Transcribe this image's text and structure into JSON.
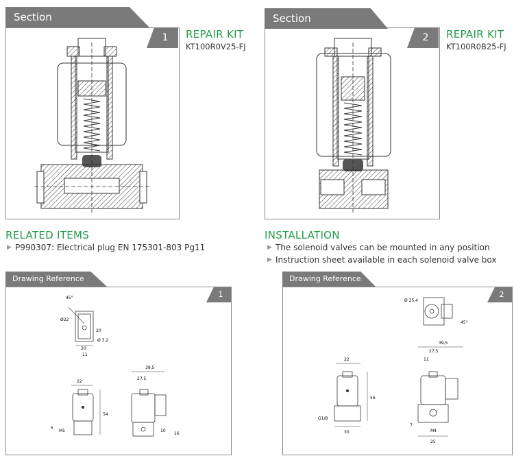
{
  "section1": {
    "tab": "Section",
    "number": "1",
    "kit_title": "REPAIR KIT",
    "kit_code": "KT100R0V25-FJ"
  },
  "section2": {
    "tab": "Section",
    "number": "2",
    "kit_title": "REPAIR KIT",
    "kit_code": "KT100R0B25-FJ"
  },
  "related": {
    "heading": "RELATED ITEMS",
    "items": [
      "P990307: Electrical plug EN 175301-803 Pg11"
    ]
  },
  "installation": {
    "heading": "INSTALLATION",
    "items": [
      "The solenoid valves can be mounted in any position",
      "Instruction sheet available in each solenoid valve box"
    ]
  },
  "drawing1": {
    "tab": "Drawing Reference",
    "number": "1",
    "dims": {
      "angle": "45°",
      "d22": "Ø22",
      "w20": "20",
      "h20": "20",
      "d32": "Ø 3,2",
      "w11": "11",
      "w22": "22",
      "h54": "54",
      "h5": "5",
      "m5": "M5",
      "w395": "39,5",
      "w275": "27,5",
      "h10": "10",
      "h16": "16"
    }
  },
  "drawing2": {
    "tab": "Drawing Reference",
    "number": "2",
    "dims": {
      "d254": "Ø 25,4",
      "angle": "45°",
      "w395": "39,5",
      "w275": "27,5",
      "w11": "11",
      "w22": "22",
      "h56": "56",
      "g18": "G1/8",
      "w30": "30",
      "h7": "7",
      "m4": "M4",
      "w25": "25"
    }
  }
}
